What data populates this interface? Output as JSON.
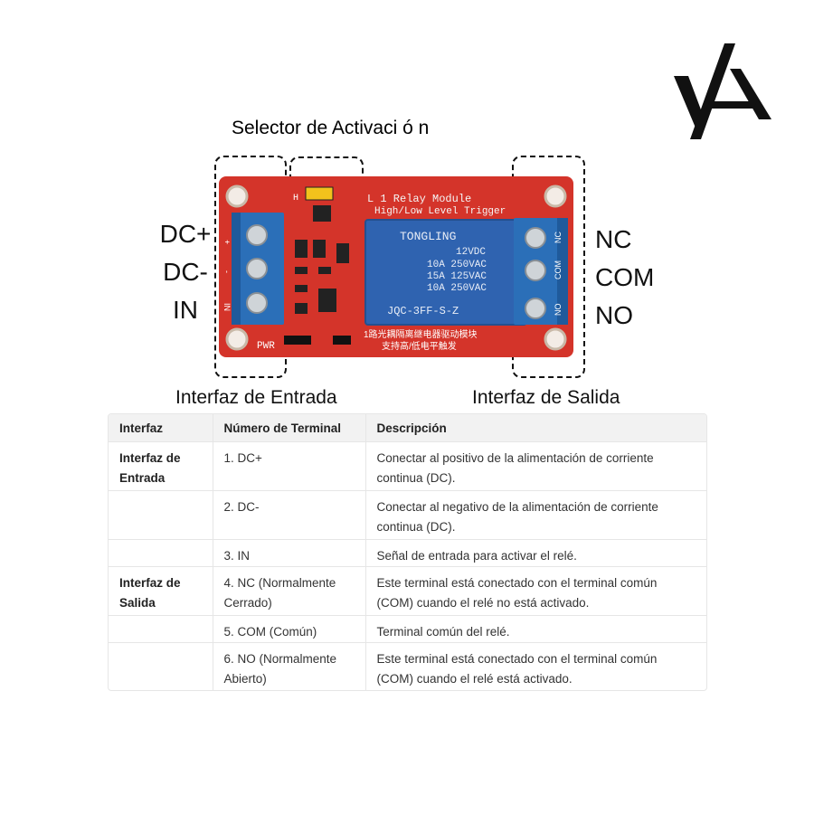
{
  "header": {
    "selector_label": "Selector de Activaci ó n"
  },
  "left_labels": [
    "DC+",
    "DC-",
    "IN"
  ],
  "right_labels": [
    "NC",
    "COM",
    "NO"
  ],
  "captions": {
    "input": "Interfaz de Entrada",
    "output": "Interfaz de Salida"
  },
  "board": {
    "title_line1": "L 1 Relay Module",
    "title_line2": "High/Low Level Trigger",
    "jumper_letter": "H",
    "relay_brand": "TONGLING",
    "relay_lines": [
      "12VDC",
      "10A 250VAC",
      "15A 125VAC",
      "10A 250VAC"
    ],
    "relay_model": "JQC-3FF-S-Z",
    "cn_line1": "1路光耦隔离继电器驱动模块",
    "cn_line2": "支持高/低电平触发",
    "pwr_label": "PWR",
    "left_terminal_marks": [
      "+",
      "-",
      "IN"
    ],
    "right_terminal_marks": [
      "NC",
      "COM",
      "NO"
    ]
  },
  "table": {
    "headers": [
      "Interfaz",
      "Número de Terminal",
      "Descripción"
    ],
    "rows": [
      {
        "group": "Interfaz de Entrada",
        "terminal": "1. DC+",
        "desc": "Conectar al positivo de la alimentación de corriente continua (DC)."
      },
      {
        "group": "",
        "terminal": "2. DC-",
        "desc": "Conectar al negativo de la alimentación de corriente continua (DC)."
      },
      {
        "group": "",
        "terminal": "3. IN",
        "desc": "Señal de entrada para activar el relé."
      },
      {
        "group": "Interfaz de Salida",
        "terminal": "4. NC (Normalmente Cerrado)",
        "desc": "Este terminal está conectado con el terminal común (COM) cuando el relé no está activado."
      },
      {
        "group": "",
        "terminal": "5. COM (Común)",
        "desc": "Terminal común del relé."
      },
      {
        "group": "",
        "terminal": "6. NO (Normalmente Abierto)",
        "desc": "Este terminal está conectado con el terminal común (COM) cuando el relé está activado."
      }
    ]
  },
  "colors": {
    "pcb": "#d4342a",
    "terminal": "#2b6fb8",
    "relay": "#2f63b0"
  }
}
